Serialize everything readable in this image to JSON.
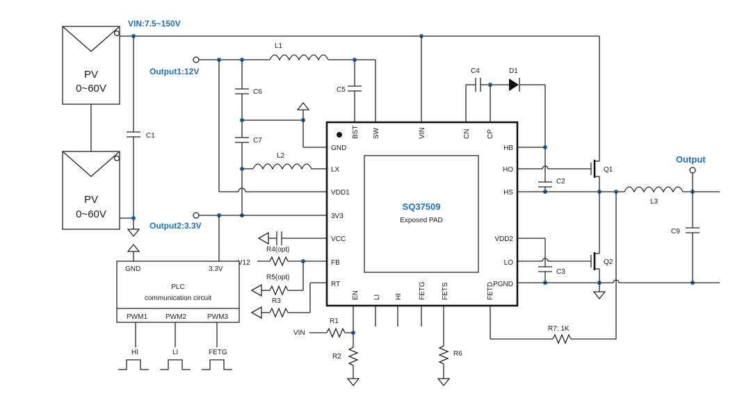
{
  "labels": {
    "vin_main": "VIN:7.5~150V",
    "output1": "Output1:12V",
    "output2": "Output2:3.3V",
    "output": "Output",
    "vin_r1": "VIN",
    "v12": "V12"
  },
  "pv": [
    {
      "name": "PV",
      "range": "0~60V"
    },
    {
      "name": "PV",
      "range": "0~60V"
    }
  ],
  "chip": {
    "name": "SQ37509",
    "pad": "Exposed PAD",
    "left_pins": [
      "GND",
      "LX",
      "VDD1",
      "3V3",
      "VCC",
      "FB",
      "RT"
    ],
    "top_pins": [
      "BST",
      "SW",
      "VIN",
      "CN",
      "CP"
    ],
    "right_pins": [
      "HB",
      "HO",
      "HS",
      "VDD2",
      "LO",
      "PGND"
    ],
    "bottom_pins": [
      "EN",
      "LI",
      "HI",
      "FETG",
      "FETS",
      "FETD"
    ]
  },
  "plc": {
    "title": "PLC",
    "subtitle": "communication circuit",
    "gnd": "GND",
    "v33": "3.3V",
    "pwm": [
      "PWM1",
      "PWM2",
      "PWM3"
    ],
    "signals": [
      "HI",
      "LI",
      "FETG"
    ]
  },
  "components": {
    "L1": "L1",
    "L2": "L2",
    "L3": "L3",
    "C1": "C1",
    "C2": "C2",
    "C3": "C3",
    "C4": "C4",
    "C5": "C5",
    "C6": "C6",
    "C7": "C7",
    "C9": "C9",
    "D1": "D1",
    "Q1": "Q1",
    "Q2": "Q2",
    "R1": "R1",
    "R2": "R2",
    "R3": "R3",
    "R4": "R4(opt)",
    "R5": "R5(opt)",
    "R6": "R6",
    "R7": "R7:  1K"
  }
}
